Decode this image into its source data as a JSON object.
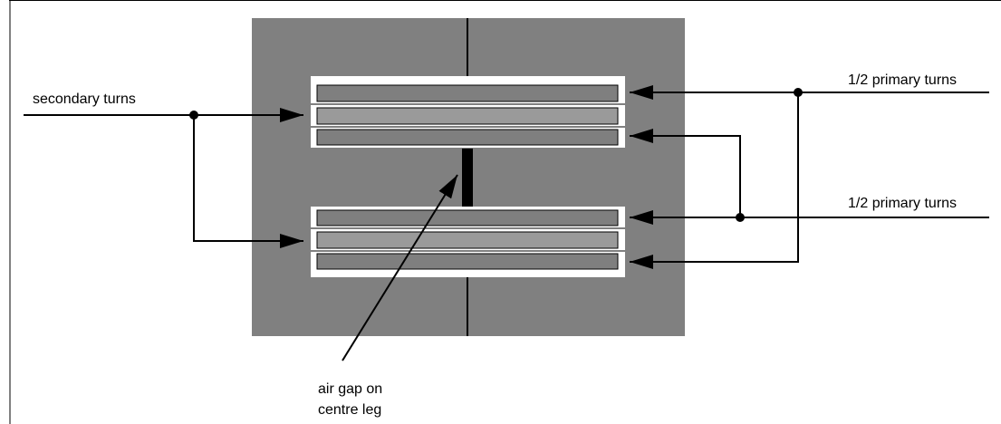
{
  "labels": {
    "secondary": "secondary turns",
    "primary_top": "1/2 primary turns",
    "primary_bottom": "1/2 primary turns",
    "air_gap_line1": "air gap on",
    "air_gap_line2": "centre leg"
  },
  "colors": {
    "core": "#808080",
    "winding_dark": "#7f7f7f",
    "winding_light": "#9a9a9a",
    "window": "#ffffff",
    "line": "#000000",
    "frame": "#000000"
  }
}
